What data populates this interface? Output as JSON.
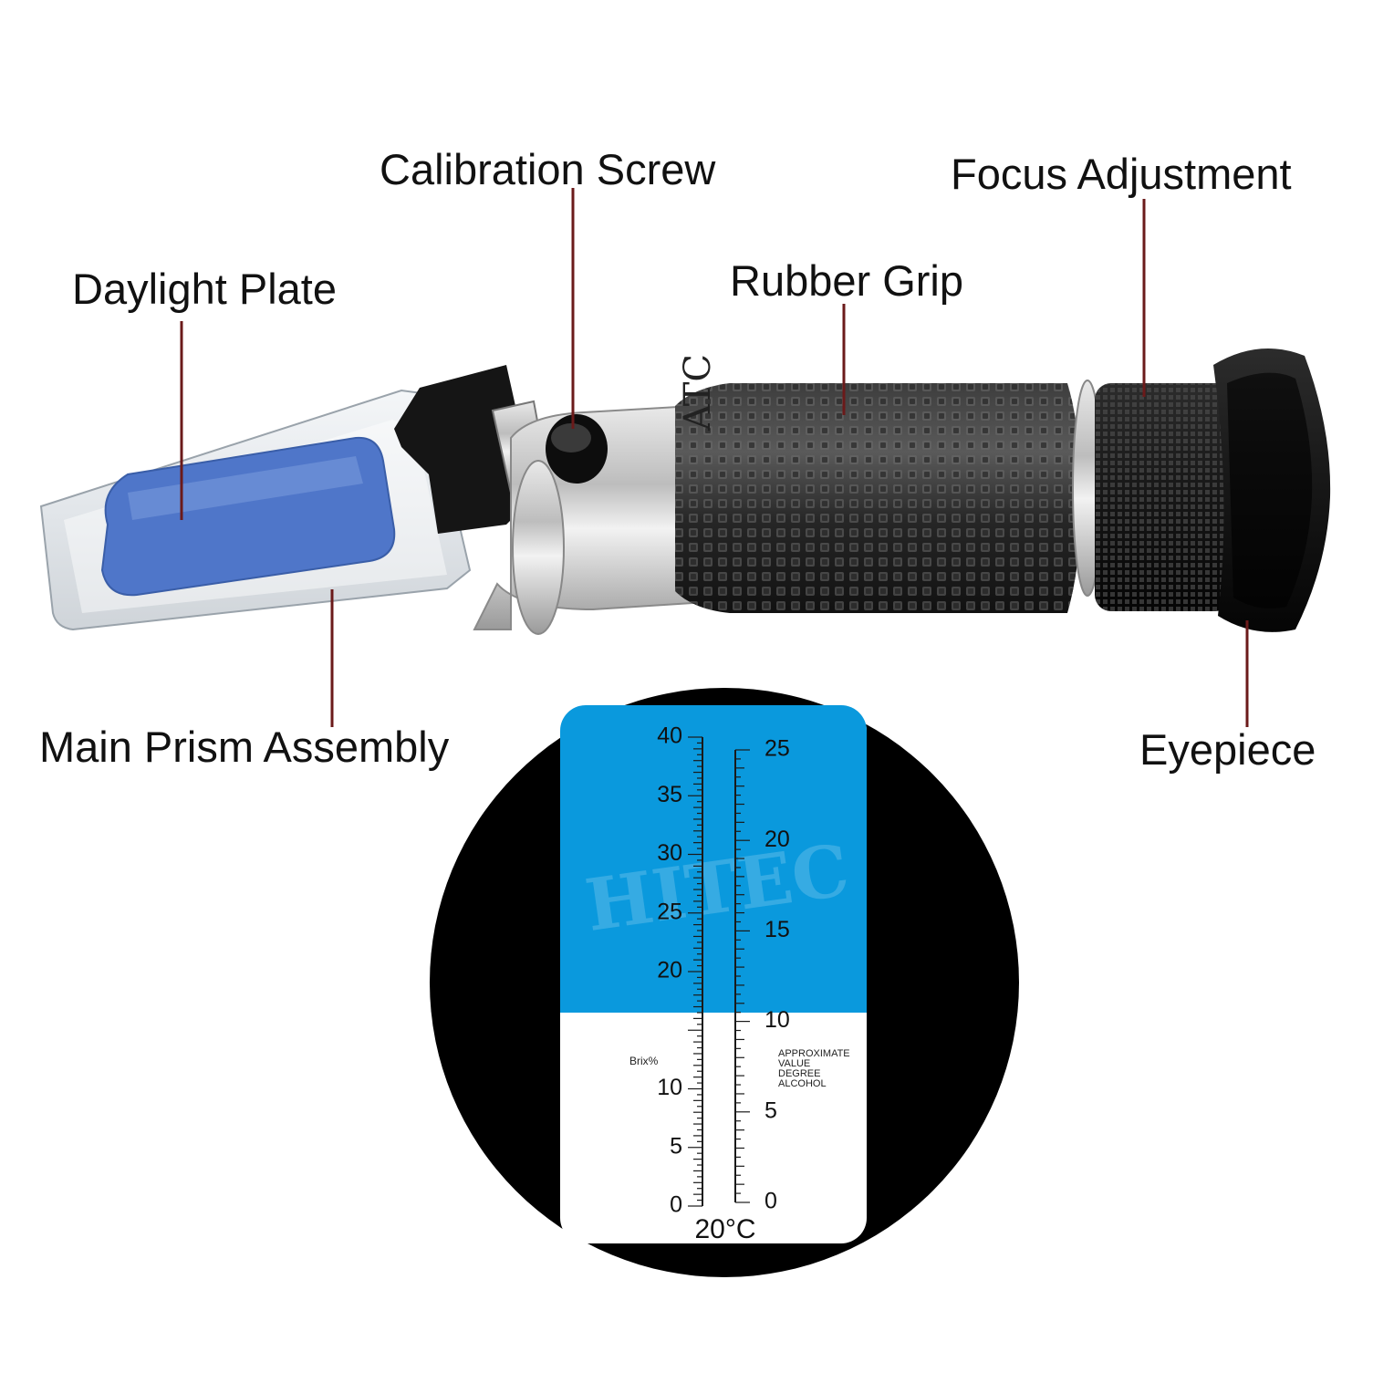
{
  "colors": {
    "background": "#ffffff",
    "leader_line": "#6b1a1a",
    "label_text": "#111111",
    "daylight_plate": "#4f76c9",
    "scale_blue": "#0a99dd",
    "scale_white": "#ffffff",
    "viewfinder": "#000000",
    "rubber": "#2b2b2b",
    "metal": "#c9c9c9"
  },
  "labels": {
    "daylight_plate": "Daylight Plate",
    "calibration_screw": "Calibration Screw",
    "rubber_grip": "Rubber Grip",
    "focus_adjustment": "Focus Adjustment",
    "main_prism_assembly": "Main Prism Assembly",
    "eyepiece": "Eyepiece"
  },
  "device": {
    "body_marking": "ATC"
  },
  "scale": {
    "brix": {
      "min": 0,
      "max": 40,
      "major_ticks": [
        "40",
        "35",
        "30",
        "25",
        "20",
        "10",
        "5",
        "0"
      ],
      "unit_label": "Brix%"
    },
    "alcohol": {
      "min": 0,
      "max": 25,
      "major_ticks": [
        "25",
        "20",
        "15",
        "10",
        "5",
        "0"
      ],
      "caption_lines": [
        "APPROXIMATE",
        "VALUE",
        "DEGREE",
        "ALCOHOL"
      ]
    },
    "temperature": "20°C",
    "watermark": "HITEC",
    "boundary_brix": 16.5
  }
}
